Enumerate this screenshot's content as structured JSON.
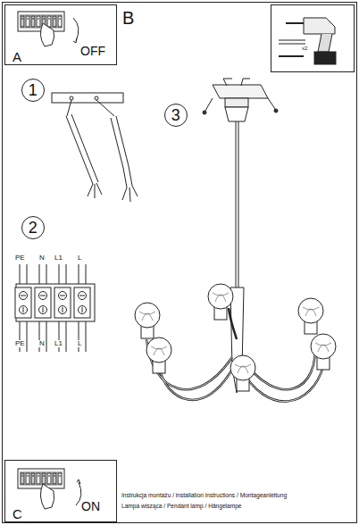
{
  "diagram": {
    "nodes": [
      {
        "text": [
          "A",
          "OFF"
        ]
      },
      {
        "text": [
          "x2"
        ]
      },
      {
        "text": [
          "1"
        ]
      },
      {
        "text": [
          "2"
        ]
      },
      {
        "text": [
          "3"
        ]
      },
      {
        "text": [
          "C",
          "ON"
        ]
      }
    ],
    "labels": [
      "B",
      "PE",
      "N",
      "L1",
      "L",
      "PE",
      "N",
      "L1",
      "L",
      "Instrukcja montażu / installation instructions / Montageanleitung",
      "Lampa wisząca / Pendant lamp / Hängelampe"
    ]
  }
}
